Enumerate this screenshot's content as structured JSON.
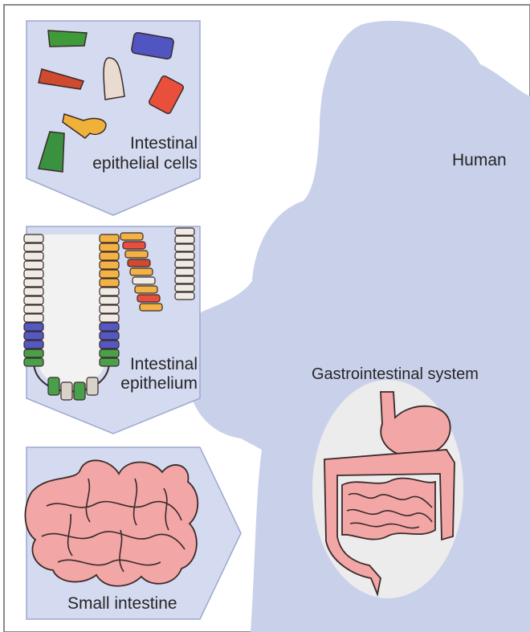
{
  "colors": {
    "silhouette": "#c9d0ea",
    "panel_fill": "#d4daf0",
    "panel_stroke": "#9ea8cf",
    "intestine_fill": "#f2a6a6",
    "intestine_stroke": "#3a2a2a",
    "oval_fill": "#ececec",
    "lumen_fill": "#f2f2f2"
  },
  "labels": {
    "human": "Human",
    "gi_system": "Gastrointestinal system",
    "cells_line1": "Intestinal",
    "cells_line2": "epithelial cells",
    "epi_line1": "Intestinal",
    "epi_line2": "epithelium",
    "small_intestine": "Small intestine"
  },
  "cell_colors": [
    "#3f9a3a",
    "#5055c2",
    "#cf4a2e",
    "#eadbd0",
    "#e8503c",
    "#f0b13a",
    "#3a9240"
  ]
}
